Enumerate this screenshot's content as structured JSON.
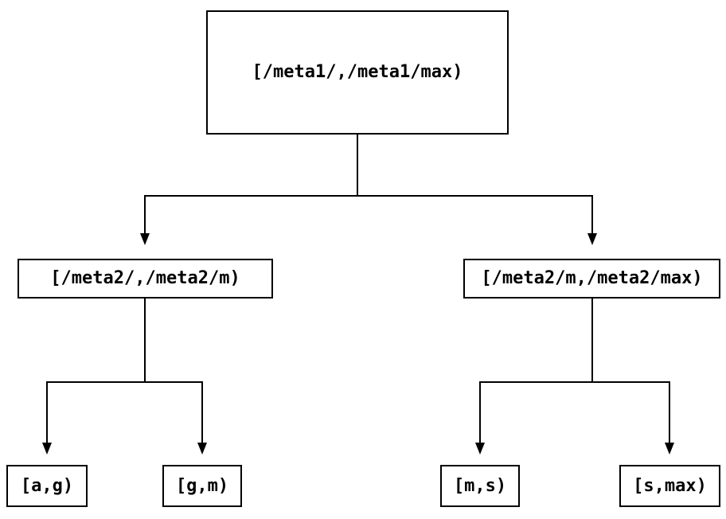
{
  "tree": {
    "root": {
      "label": "[/meta1/,/meta1/max)",
      "children": [
        {
          "label": "[/meta2/,/meta2/m)",
          "children": [
            {
              "label": "[a,g)"
            },
            {
              "label": "[g,m)"
            }
          ]
        },
        {
          "label": "[/meta2/m,/meta2/max)",
          "children": [
            {
              "label": "[m,s)"
            },
            {
              "label": "[s,max)"
            }
          ]
        }
      ]
    }
  },
  "colors": {
    "line": "#000000",
    "box_border": "#000000",
    "text": "#000000",
    "background": "#ffffff"
  }
}
